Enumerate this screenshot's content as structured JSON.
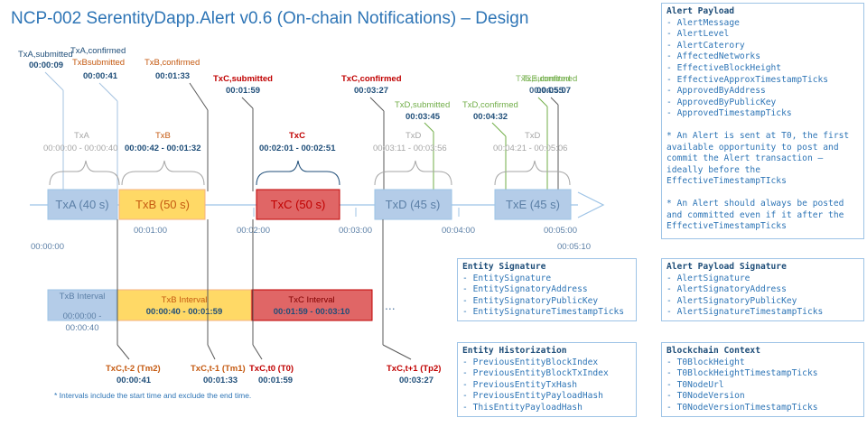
{
  "title": "NCP-002 SerentityDapp.Alert v0.6 (On-chain Notifications) – Design",
  "colors": {
    "blue_fill": "#b4cce8",
    "blue_text": "#5b7fa6",
    "orange_fill": "#ffd966",
    "orange_text": "#c55a11",
    "red_fill": "#e06666",
    "red_text": "#c00000",
    "green_text": "#70ad47",
    "gray_text": "#a6a6a6",
    "navy_text": "#1f4e79"
  },
  "events_top": [
    {
      "label": "TxA,submitted",
      "time": "00:00:09"
    },
    {
      "label": "TxA,confirmed",
      "time": "00:00:41"
    },
    {
      "label": "TxBsubmitted",
      "time": ""
    },
    {
      "label": "TxB,confirmed",
      "time": "00:01:33"
    },
    {
      "label": "TxC,submitted",
      "time": "00:01:59"
    },
    {
      "label": "TxC,confirmed",
      "time": "00:03:27"
    },
    {
      "label": "TxD,submitted",
      "time": "00:03:45"
    },
    {
      "label": "TxD,confirmed",
      "time": "00:04:32"
    },
    {
      "label": "TxE,confirmed",
      "time": "00:05:07"
    },
    {
      "label": "TxE,submitted",
      "time": "00:04:55"
    }
  ],
  "tx_ranges": [
    {
      "name": "TxA",
      "range": "00:00:00 - 00:00:40"
    },
    {
      "name": "TxB",
      "range": "00:00:42 - 00:01:32"
    },
    {
      "name": "TxC",
      "range": "00:02:01 - 00:02:51"
    },
    {
      "name": "TxD",
      "range": "00:03:11 - 00:03:56"
    },
    {
      "name": "TxD",
      "range": "00:04:21 - 00:05:06"
    }
  ],
  "tx_boxes": [
    "TxA (40 s)",
    "TxB (50 s)",
    "TxC (50 s)",
    "TxD (45 s)",
    "TxE (45 s)"
  ],
  "axis_ticks": [
    "00:00:00",
    "00:01:00",
    "00:02:00",
    "00:03:00",
    "00:04:00",
    "00:05:00",
    "00:05:10"
  ],
  "intervals": [
    {
      "label": "TxB Interval",
      "range": "00:00:00 -",
      "range2": "00:00:40"
    },
    {
      "label": "TxB Interval",
      "range": "00:00:40 - 00:01:59",
      "range2": ""
    },
    {
      "label": "TxC Interval",
      "range": "00:01:59 - 00:03:10",
      "range2": ""
    }
  ],
  "ellipsis": "...",
  "events_bottom": [
    {
      "label": "TxC,t-2 (Tm2)",
      "time": "00:00:41"
    },
    {
      "label": "TxC,t-1 (Tm1)",
      "time": "00:01:33"
    },
    {
      "label": "TxC,t0 (T0)",
      "time": "00:01:59"
    },
    {
      "label": "TxC,t+1 (Tp2)",
      "time": "00:03:27"
    }
  ],
  "footnote": "* Intervals include the start time and exclude the end time.",
  "panels": {
    "alert_payload": {
      "title": "Alert Payload",
      "items": [
        "AlertMessage",
        "AlertLevel",
        "AlertCaterory",
        "AffectedNetworks",
        "EffectiveBlockHeight",
        "EffectiveApproxTimestampTicks",
        "ApprovedByAddress",
        "ApprovedByPublicKey",
        "ApprovedTimestampTicks"
      ],
      "note1": "* An Alert is sent at T0, the first available opportunity to post and commit the Alert transaction – ideally before the EffectiveTimestampTIcks",
      "note2": "* An Alert should always be posted and committed even if it after the EffectiveTimestampTicks"
    },
    "entity_signature": {
      "title": "Entity Signature",
      "items": [
        "EntitySignature",
        "EntitySignatoryAddress",
        "EntitySignatoryPublicKey",
        "EntitySignatureTimestampTicks"
      ]
    },
    "alert_payload_signature": {
      "title": "Alert Payload Signature",
      "items": [
        "AlertSignature",
        "AlertSignatoryAddress",
        "AlertSignatoryPublicKey",
        "AlertSignatureTimestampTicks"
      ]
    },
    "entity_historization": {
      "title": "Entity Historization",
      "items": [
        "PreviousEntityBlockIndex",
        "PreviousEntityBlockTxIndex",
        "PreviousEntityTxHash",
        "PreviousEntityPayloadHash",
        "ThisEntityPayloadHash"
      ]
    },
    "blockchain_context": {
      "title": "Blockchain Context",
      "items": [
        "T0BlockHeight",
        "T0BlockHeightTimestampTicks",
        "T0NodeUrl",
        "T0NodeVersion",
        "T0NodeVersionTimestampTicks"
      ]
    }
  }
}
